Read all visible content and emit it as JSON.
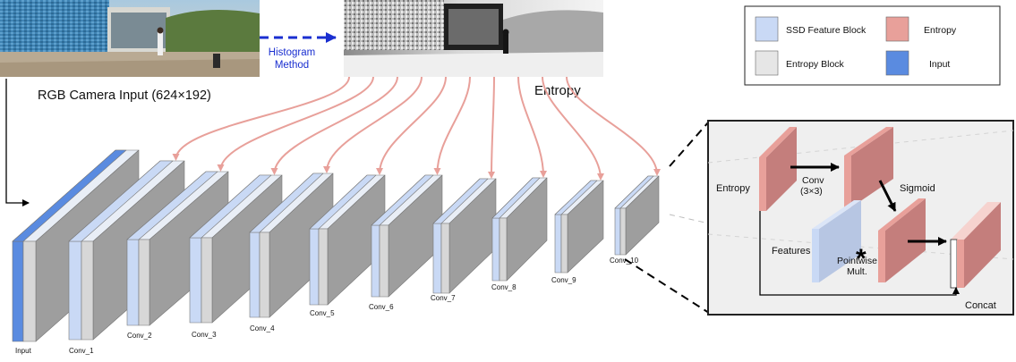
{
  "input_image": {
    "caption": "RGB Camera Input (624×192)"
  },
  "method": {
    "line1": "Histogram",
    "line2": "Method"
  },
  "entropy_image": {
    "caption": "Entropy"
  },
  "legend": {
    "items": [
      {
        "label": "SSD Feature Block",
        "color": "#c9d9f5"
      },
      {
        "label": "Entropy",
        "color": "#e8a09a"
      },
      {
        "label": "Entropy Block",
        "color": "#e6e6e6"
      },
      {
        "label": "Input",
        "color": "#5a8be0"
      }
    ]
  },
  "layers": [
    "Input",
    "Conv_1",
    "Conv_2",
    "Conv_3",
    "Conv_4",
    "Conv_5",
    "Conv_6",
    "Conv_7",
    "Conv_8",
    "Conv_9",
    "Conv_10"
  ],
  "detail": {
    "entropy": "Entropy",
    "conv_line1": "Conv",
    "conv_line2": "(3×3)",
    "sigmoid": "Sigmoid",
    "features": "Features",
    "pointwise_line1": "Pointwise",
    "pointwise_line2": "Mult.",
    "concat": "Concat",
    "multiply_symbol": "*"
  },
  "colors": {
    "ssd_front": "#c9d9f5",
    "entropy": "#e8a09a",
    "entropy_dark": "#c07a78",
    "gray": "#9e9e9e",
    "gray_light": "#d7d7d7",
    "input_blue": "#5a8be0",
    "arrow_pink": "#e8a09a",
    "method_blue": "#1a2fd0",
    "feature_blue": "#b7c6e3"
  }
}
